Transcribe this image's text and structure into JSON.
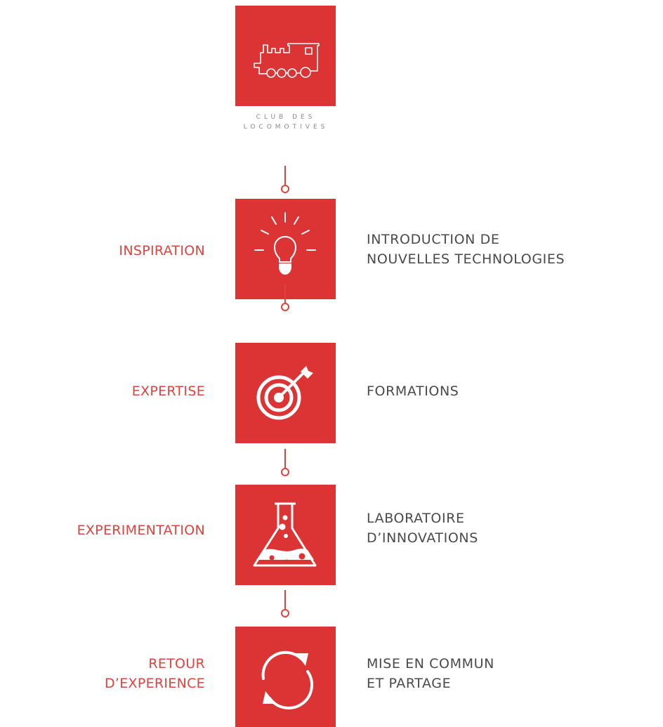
{
  "brand": {
    "name": "CLUB DES\nLOCOMOTIVES",
    "icon": "locomotive-icon"
  },
  "colors": {
    "accent": "#dc3434",
    "left_text": "#e0423c",
    "right_text": "#4a4a4a",
    "connector": "#e0423c"
  },
  "steps": [
    {
      "left": "INSPIRATION",
      "right": "INTRODUCTION DE\nNOUVELLES TECHNOLOGIES",
      "icon": "lightbulb-icon"
    },
    {
      "left": "EXPERTISE",
      "right": "FORMATIONS",
      "icon": "target-icon"
    },
    {
      "left": "EXPERIMENTATION",
      "right": "LABORATOIRE\nD’INNOVATIONS",
      "icon": "flask-icon"
    },
    {
      "left": "RETOUR\nD’EXPERIENCE",
      "right": "MISE EN COMMUN\nET PARTAGE",
      "icon": "cycle-arrows-icon"
    }
  ]
}
